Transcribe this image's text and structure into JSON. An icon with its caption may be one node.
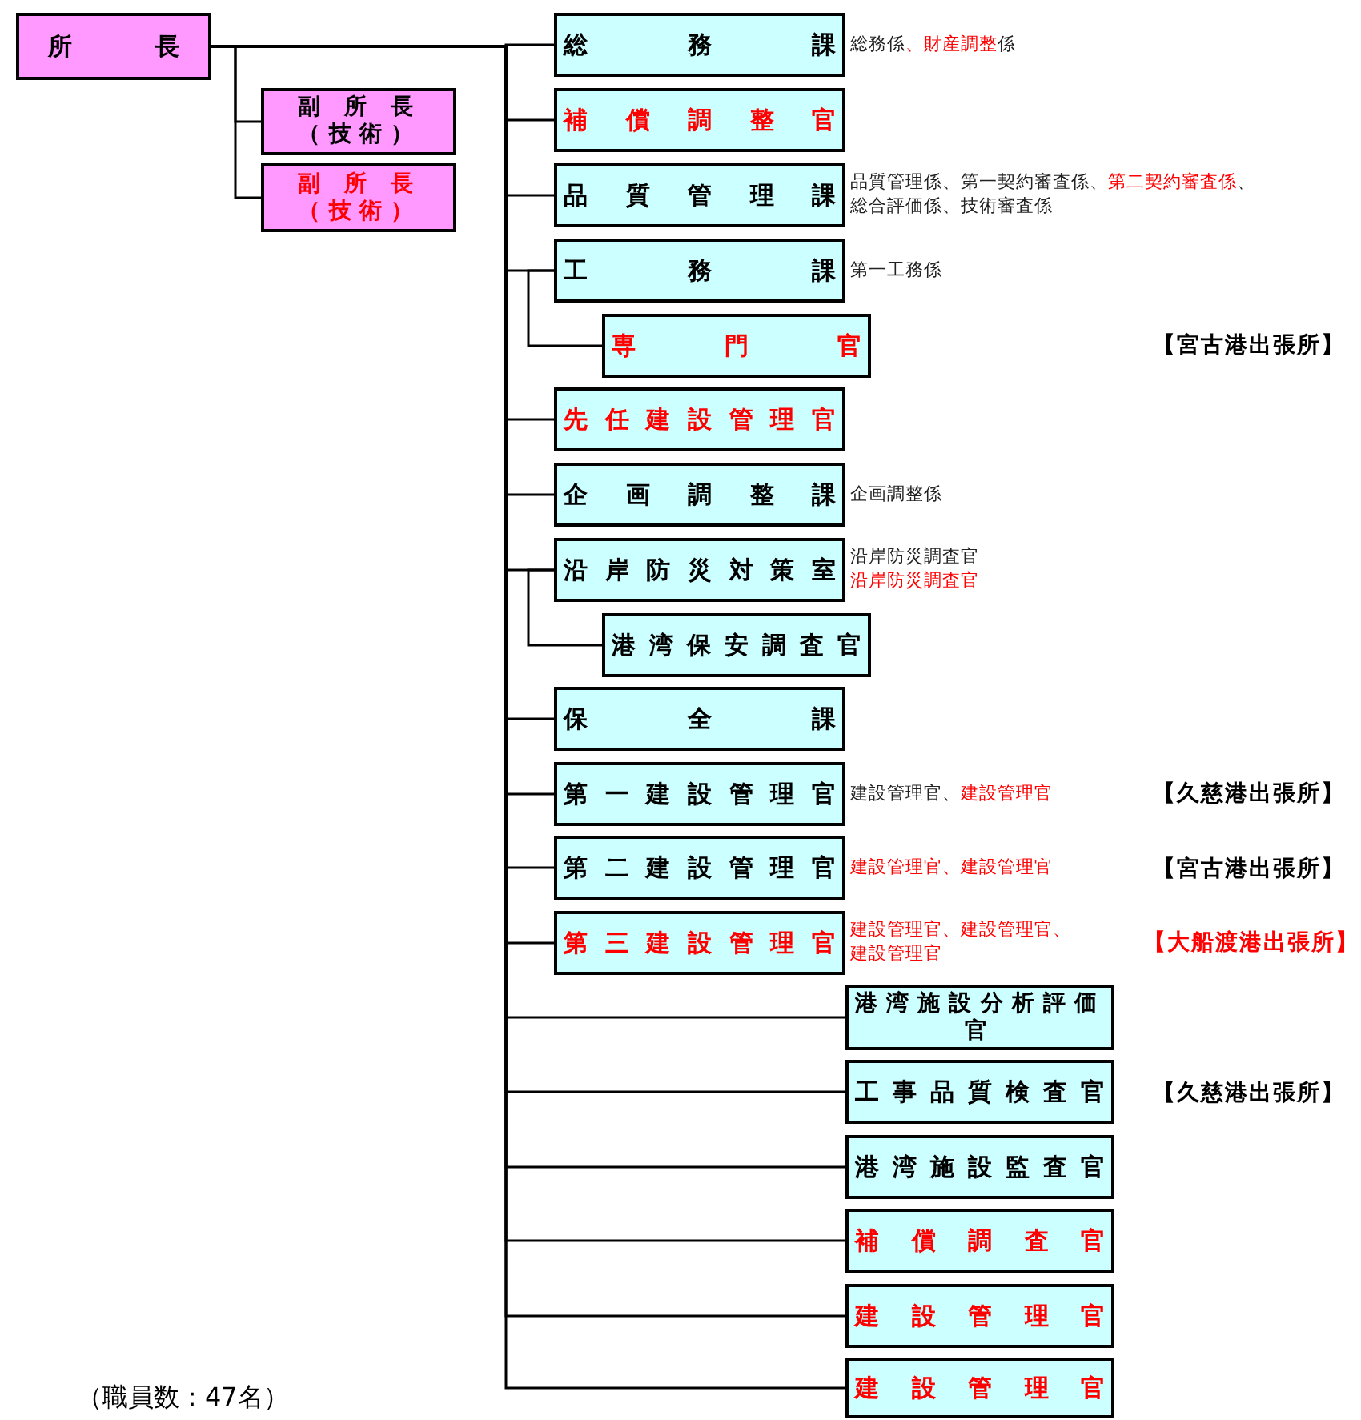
{
  "diagram": {
    "nodes": [
      {
        "text": [
          "所長"
        ]
      },
      {
        "text": [
          "副所長（技術）"
        ]
      },
      {
        "text": [
          "副所長（技術）"
        ]
      },
      {
        "text": [
          "総務課"
        ],
        "beside": [
          "総務係、財産調整係"
        ]
      },
      {
        "text": [
          "補償調整官"
        ]
      },
      {
        "text": [
          "品質管理課"
        ],
        "beside": [
          "品質管理係、第一契約審査係、第二契約審査係、総合評価係、技術審査係"
        ]
      },
      {
        "text": [
          "工務課"
        ],
        "beside": [
          "第一工務係"
        ]
      },
      {
        "text": [
          "専門官"
        ]
      },
      {
        "text": [
          "先任建設管理官"
        ]
      },
      {
        "text": [
          "企画調整課"
        ],
        "beside": [
          "企画調整係"
        ]
      },
      {
        "text": [
          "沿岸防災対策室"
        ],
        "beside": [
          "沿岸防災調査官",
          "沿岸防災調査官"
        ]
      },
      {
        "text": [
          "港湾保安調査官"
        ]
      },
      {
        "text": [
          "保全課"
        ]
      },
      {
        "text": [
          "第一建設管理官"
        ],
        "beside": [
          "建設管理官、建設管理官"
        ]
      },
      {
        "text": [
          "第二建設管理官"
        ],
        "beside": [
          "建設管理官、建設管理官"
        ]
      },
      {
        "text": [
          "第三建設管理官"
        ],
        "beside": [
          "建設管理官、建設管理官、建設管理官"
        ]
      },
      {
        "text": [
          "港湾施設分析評価官"
        ]
      },
      {
        "text": [
          "工事品質検査官"
        ]
      },
      {
        "text": [
          "港湾施設監査官"
        ]
      },
      {
        "text": [
          "補償調査官"
        ]
      },
      {
        "text": [
          "建設管理官"
        ]
      },
      {
        "text": [
          "建設管理官"
        ]
      }
    ],
    "edges": [
      {
        "from": 0,
        "to": 1,
        "arrow": "none"
      },
      {
        "from": 0,
        "to": 2,
        "arrow": "none"
      },
      {
        "from": 0,
        "to": 3,
        "arrow": "none"
      },
      {
        "from": 0,
        "to": 4,
        "arrow": "none"
      },
      {
        "from": 0,
        "to": 5,
        "arrow": "none"
      },
      {
        "from": 0,
        "to": 6,
        "arrow": "none"
      },
      {
        "from": 6,
        "to": 7,
        "arrow": "none"
      },
      {
        "from": 0,
        "to": 8,
        "arrow": "none"
      },
      {
        "from": 0,
        "to": 9,
        "arrow": "none"
      },
      {
        "from": 0,
        "to": 10,
        "arrow": "none"
      },
      {
        "from": 10,
        "to": 11,
        "arrow": "none"
      },
      {
        "from": 0,
        "to": 12,
        "arrow": "none"
      },
      {
        "from": 0,
        "to": 13,
        "arrow": "none"
      },
      {
        "from": 0,
        "to": 14,
        "arrow": "none"
      },
      {
        "from": 0,
        "to": 15,
        "arrow": "none"
      },
      {
        "from": 0,
        "to": 16,
        "arrow": "none"
      },
      {
        "from": 0,
        "to": 17,
        "arrow": "none"
      },
      {
        "from": 0,
        "to": 18,
        "arrow": "none"
      },
      {
        "from": 0,
        "to": 19,
        "arrow": "none"
      },
      {
        "from": 0,
        "to": 20,
        "arrow": "none"
      },
      {
        "from": 0,
        "to": 21,
        "arrow": "none"
      }
    ],
    "labels": [
      "【宮古港出張所】",
      "【久慈港出張所】",
      "【宮古港出張所】",
      "【大船渡港出張所】",
      "【久慈港出張所】",
      "（職員数：47名）"
    ]
  }
}
